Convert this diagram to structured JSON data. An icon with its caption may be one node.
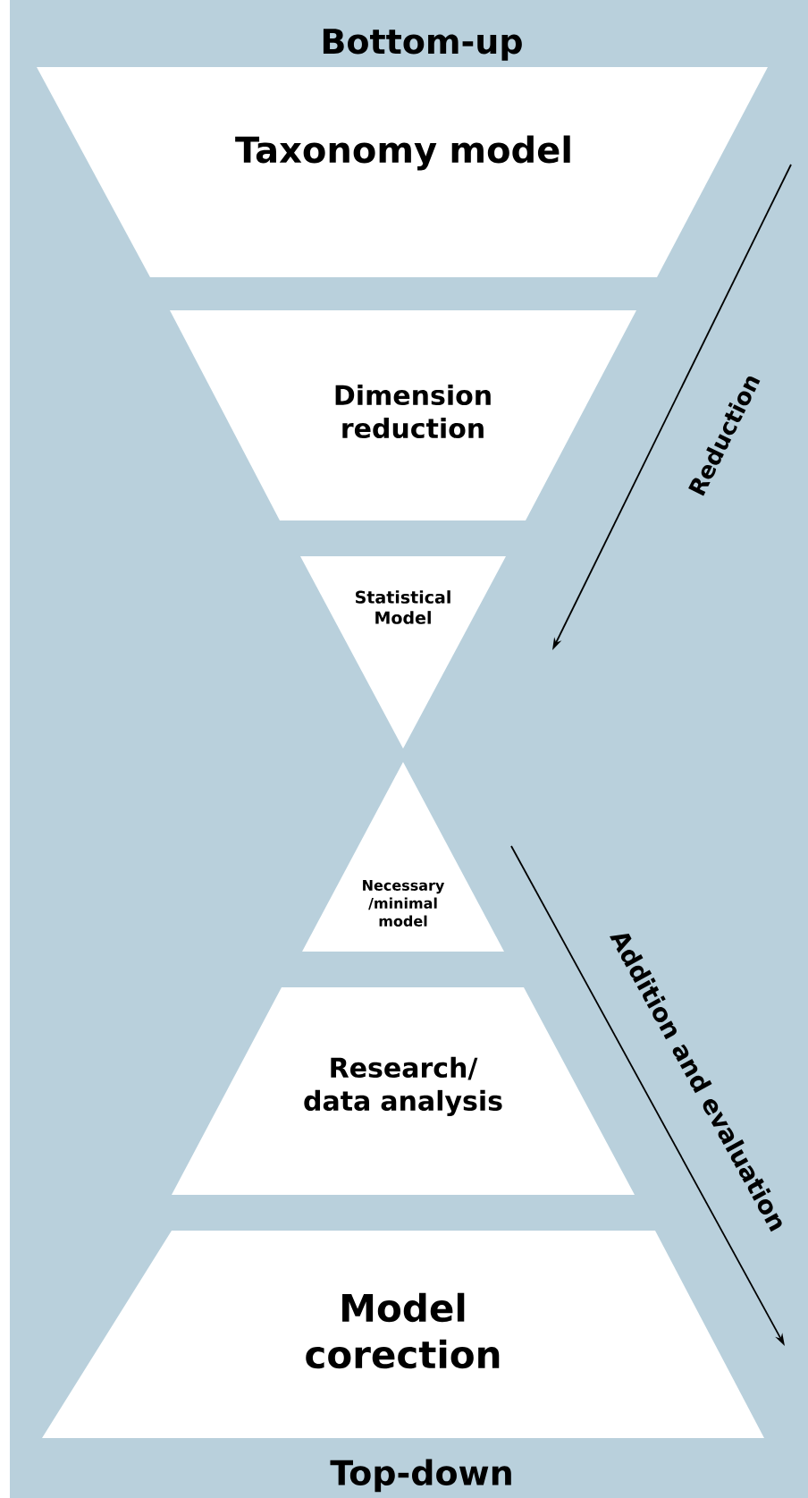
{
  "diagram": {
    "nodes": [
      {
        "text": [
          "Taxonomy model"
        ]
      },
      {
        "text": [
          "Dimension reduction"
        ]
      },
      {
        "text": [
          "Statistical Model"
        ]
      },
      {
        "text": [
          "Necessary /minimal model"
        ]
      },
      {
        "text": [
          "Research/ data analysis"
        ]
      },
      {
        "text": [
          "Model corection"
        ]
      }
    ],
    "labels": [
      "Bottom-up",
      "Reduction",
      "Addition and evaluation",
      "Top-down"
    ]
  }
}
